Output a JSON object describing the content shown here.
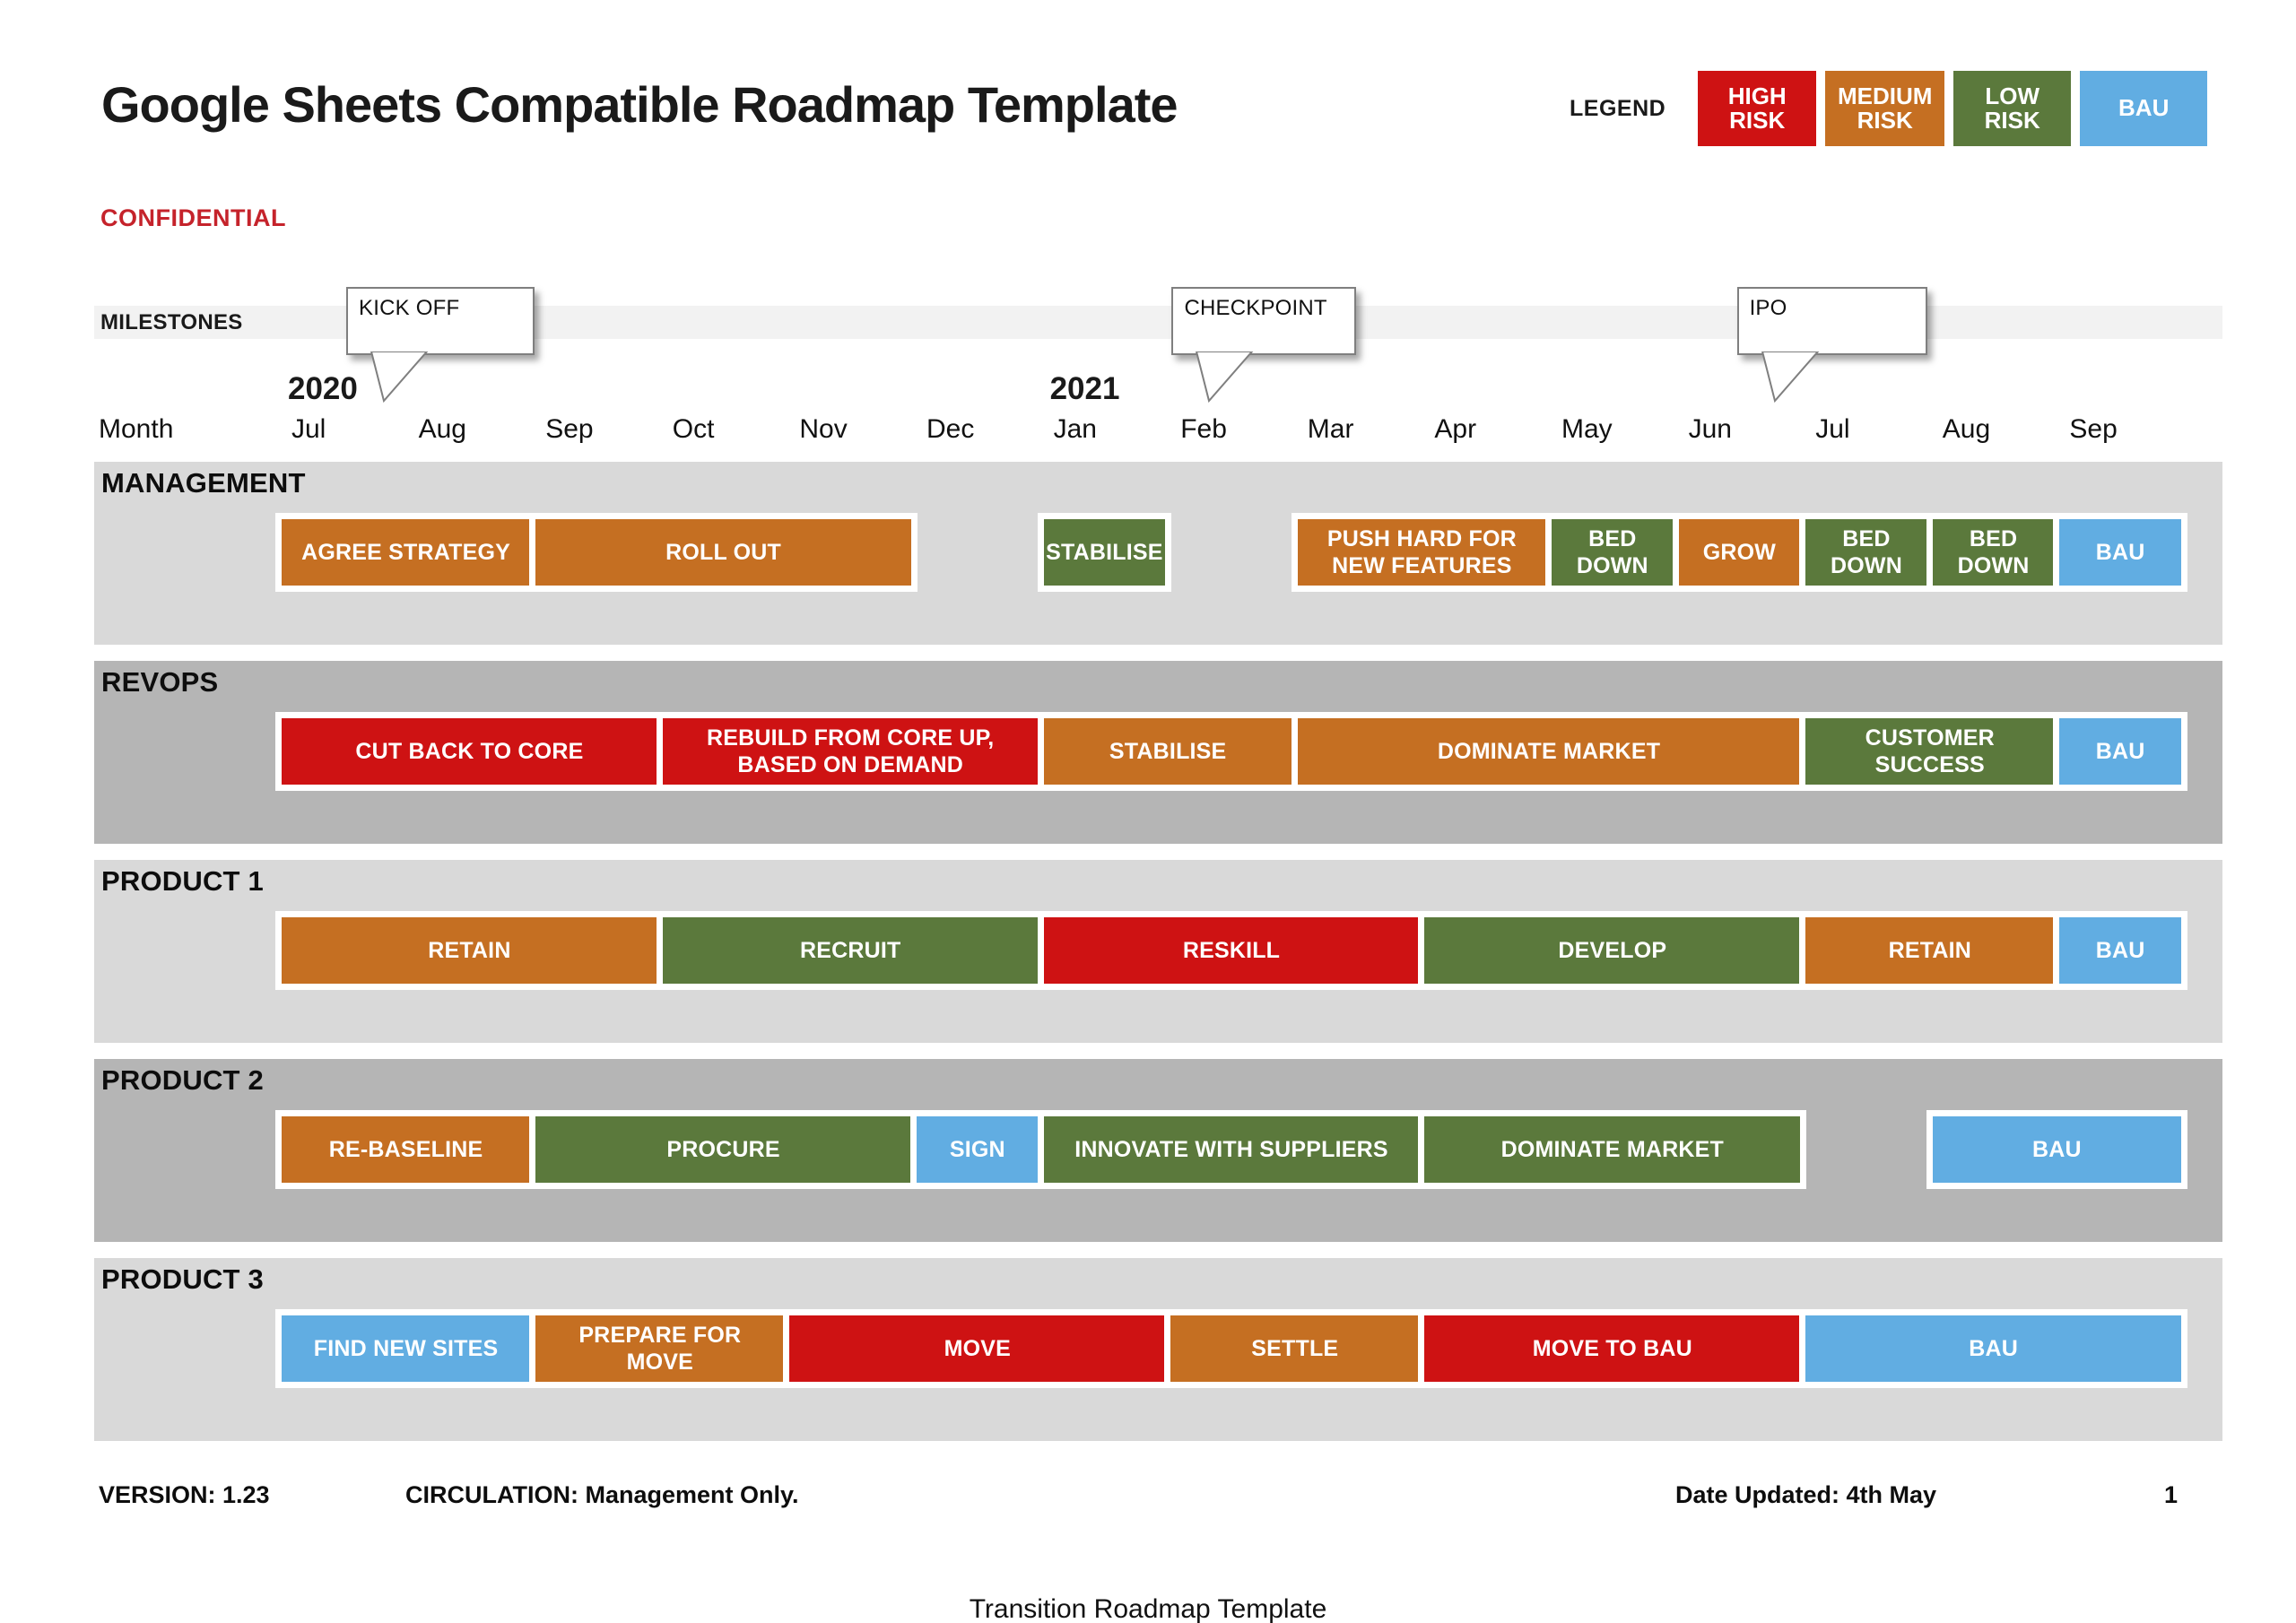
{
  "page": {
    "title": "Google Sheets Compatible Roadmap Template",
    "confidential": "CONFIDENTIAL",
    "caption": "Transition Roadmap Template"
  },
  "colors": {
    "high": "#ce1213",
    "medium": "#c56f22",
    "low": "#5b793c",
    "bau": "#61ade2",
    "lane_light": "#d9d9d9",
    "lane_dark": "#b5b5b5",
    "milestone_band": "#f2f2f2",
    "confidential_red": "#c5232b"
  },
  "legend": {
    "label": "LEGEND",
    "items": [
      {
        "label": "HIGH RISK",
        "risk": "high"
      },
      {
        "label": "MEDIUM RISK",
        "risk": "medium"
      },
      {
        "label": "LOW RISK",
        "risk": "low"
      },
      {
        "label": "BAU",
        "risk": "bau"
      }
    ]
  },
  "chart_data": {
    "type": "bar",
    "subtype": "gantt-roadmap",
    "title": "Google Sheets Compatible Roadmap Template",
    "xlabel": "Month",
    "axis_title": "Month",
    "months": [
      "Jul",
      "Aug",
      "Sep",
      "Oct",
      "Nov",
      "Dec",
      "Jan",
      "Feb",
      "Mar",
      "Apr",
      "May",
      "Jun",
      "Jul",
      "Aug",
      "Sep"
    ],
    "years": [
      {
        "label": "2020",
        "month_index": 0
      },
      {
        "label": "2021",
        "month_index": 6
      }
    ],
    "milestones": {
      "label": "MILESTONES",
      "items": [
        {
          "label": "KICK OFF",
          "box_month": 0.53,
          "box_width_months": 1.48
        },
        {
          "label": "CHECKPOINT",
          "box_month": 7.03,
          "box_width_months": 1.45
        },
        {
          "label": "IPO",
          "box_month": 11.48,
          "box_width_months": 1.5
        }
      ]
    },
    "lanes": [
      {
        "name": "MANAGEMENT",
        "shade": "light",
        "bars": [
          {
            "label": "AGREE STRATEGY",
            "start": 0,
            "span": 2,
            "risk": "medium"
          },
          {
            "label": "ROLL OUT",
            "start": 2,
            "span": 3,
            "risk": "medium"
          },
          {
            "label": "STABILISE",
            "start": 6,
            "span": 1,
            "risk": "low"
          },
          {
            "label": "PUSH HARD FOR NEW FEATURES",
            "start": 8,
            "span": 2,
            "risk": "medium"
          },
          {
            "label": "BED DOWN",
            "start": 10,
            "span": 1,
            "risk": "low"
          },
          {
            "label": "GROW",
            "start": 11,
            "span": 1,
            "risk": "medium"
          },
          {
            "label": "BED DOWN",
            "start": 12,
            "span": 1,
            "risk": "low"
          },
          {
            "label": "BED DOWN",
            "start": 13,
            "span": 1,
            "risk": "low"
          },
          {
            "label": "BAU",
            "start": 14,
            "span": 1,
            "risk": "bau"
          }
        ]
      },
      {
        "name": "REVOPS",
        "shade": "dark",
        "bars": [
          {
            "label": "CUT BACK TO CORE",
            "start": 0,
            "span": 3,
            "risk": "high"
          },
          {
            "label": "REBUILD FROM CORE UP, BASED ON DEMAND",
            "start": 3,
            "span": 3,
            "risk": "high"
          },
          {
            "label": "STABILISE",
            "start": 6,
            "span": 2,
            "risk": "medium"
          },
          {
            "label": "DOMINATE MARKET",
            "start": 8,
            "span": 4,
            "risk": "medium"
          },
          {
            "label": "CUSTOMER SUCCESS",
            "start": 12,
            "span": 2,
            "risk": "low"
          },
          {
            "label": "BAU",
            "start": 14,
            "span": 1,
            "risk": "bau"
          }
        ]
      },
      {
        "name": "PRODUCT 1",
        "shade": "light",
        "bars": [
          {
            "label": "RETAIN",
            "start": 0,
            "span": 3,
            "risk": "medium"
          },
          {
            "label": "RECRUIT",
            "start": 3,
            "span": 3,
            "risk": "low"
          },
          {
            "label": "RESKILL",
            "start": 6,
            "span": 3,
            "risk": "high"
          },
          {
            "label": "DEVELOP",
            "start": 9,
            "span": 3,
            "risk": "low"
          },
          {
            "label": "RETAIN",
            "start": 12,
            "span": 2,
            "risk": "medium"
          },
          {
            "label": "BAU",
            "start": 14,
            "span": 1,
            "risk": "bau"
          }
        ]
      },
      {
        "name": "PRODUCT 2",
        "shade": "dark",
        "bars": [
          {
            "label": "RE-BASELINE",
            "start": 0,
            "span": 2,
            "risk": "medium"
          },
          {
            "label": "PROCURE",
            "start": 2,
            "span": 3,
            "risk": "low"
          },
          {
            "label": "SIGN",
            "start": 5,
            "span": 1,
            "risk": "bau"
          },
          {
            "label": "INNOVATE WITH SUPPLIERS",
            "start": 6,
            "span": 3,
            "risk": "low"
          },
          {
            "label": "DOMINATE MARKET",
            "start": 9,
            "span": 3,
            "risk": "low"
          },
          {
            "label": "BAU",
            "start": 13,
            "span": 2,
            "risk": "bau"
          }
        ]
      },
      {
        "name": "PRODUCT 3",
        "shade": "light",
        "bars": [
          {
            "label": "FIND NEW SITES",
            "start": 0,
            "span": 2,
            "risk": "bau"
          },
          {
            "label": "PREPARE FOR MOVE",
            "start": 2,
            "span": 2,
            "risk": "medium"
          },
          {
            "label": "MOVE",
            "start": 4,
            "span": 3,
            "risk": "high"
          },
          {
            "label": "SETTLE",
            "start": 7,
            "span": 2,
            "risk": "medium"
          },
          {
            "label": "MOVE TO BAU",
            "start": 9,
            "span": 3,
            "risk": "high"
          },
          {
            "label": "BAU",
            "start": 12,
            "span": 3,
            "risk": "bau"
          }
        ]
      }
    ]
  },
  "footer": {
    "version": "VERSION: 1.23",
    "circulation": "CIRCULATION: Management Only.",
    "date_updated": "Date Updated: 4th May",
    "page_number": "1"
  }
}
